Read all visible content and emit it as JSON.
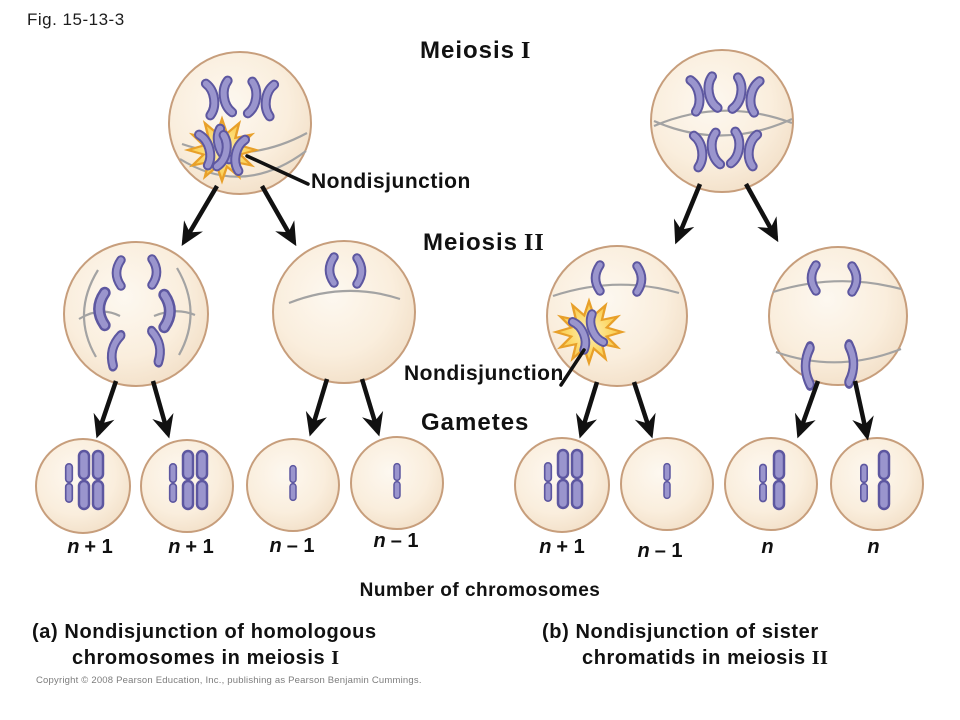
{
  "figure": {
    "label": "Fig. 15-13-3",
    "copyright": "Copyright © 2008 Pearson Education, Inc., publishing as Pearson Benjamin Cummings."
  },
  "stage_labels": {
    "meiosis_i": {
      "word": "Meiosis",
      "numeral": "I"
    },
    "meiosis_ii": {
      "word": "Meiosis",
      "numeral": "II"
    },
    "gametes": "Gametes",
    "number_of_chromosomes": "Number of chromosomes"
  },
  "annotations": {
    "nondisjunction_meiosis_i": "Nondisjunction",
    "nondisjunction_meiosis_ii": "Nondisjunction"
  },
  "gamete_labels": [
    {
      "variable": "n",
      "suffix": "+ 1"
    },
    {
      "variable": "n",
      "suffix": "+ 1"
    },
    {
      "variable": "n",
      "suffix": "– 1"
    },
    {
      "variable": "n",
      "suffix": "– 1"
    },
    {
      "variable": "n",
      "suffix": "+ 1"
    },
    {
      "variable": "n",
      "suffix": "– 1"
    },
    {
      "variable": "n",
      "suffix": ""
    },
    {
      "variable": "n",
      "suffix": ""
    }
  ],
  "captions": {
    "a": {
      "line1": "(a) Nondisjunction of homologous",
      "line2": "chromosomes in meiosis",
      "numeral": "I"
    },
    "b": {
      "line1": "(b) Nondisjunction of sister",
      "line2": "chromatids in meiosis",
      "numeral": "II"
    }
  },
  "colors": {
    "cell_fill": "#f9edda",
    "cell_border": "#c79e7c",
    "chromosome_fill": "#9a95cd",
    "chromosome_outline": "#5d57a0",
    "spindle": "#a3a3a3",
    "starburst_fill": "#fbd96b",
    "starburst_border": "#e8a02a",
    "arrow": "#111111"
  }
}
